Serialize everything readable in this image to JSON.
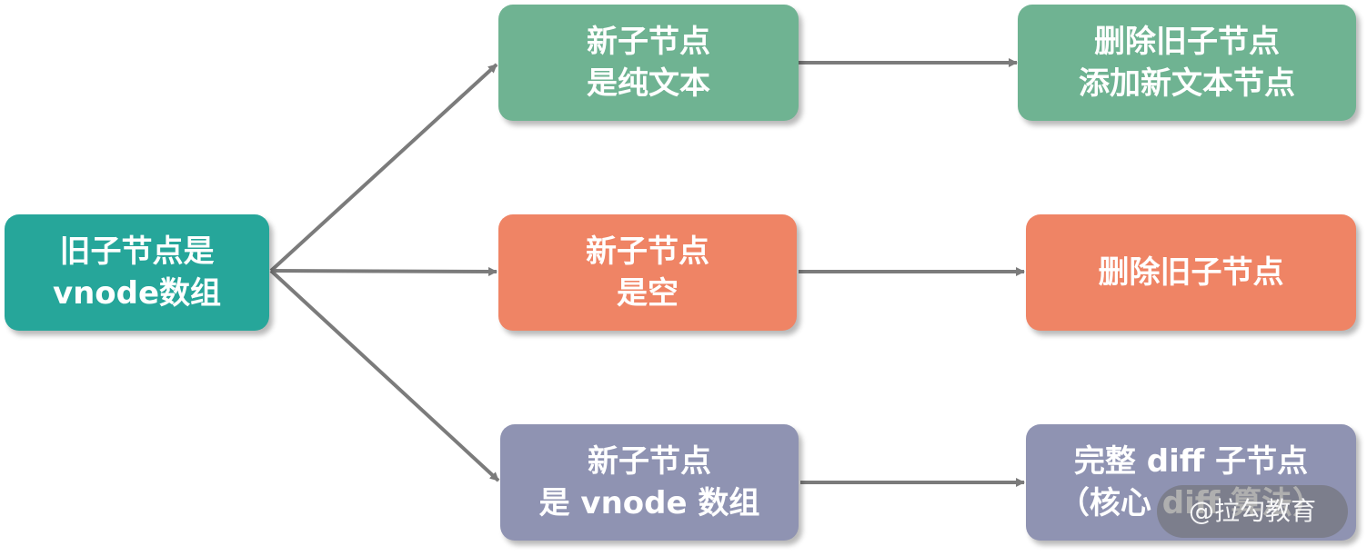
{
  "colors": {
    "teal": "#26a69a",
    "green": "#6fb392",
    "orange": "#ef8465",
    "purple": "#8f93b2",
    "arrow": "#7b7b7b"
  },
  "root": {
    "lines": [
      "旧子节点是",
      "vnode数组"
    ]
  },
  "conditions": [
    {
      "lines": [
        "新子节点",
        "是纯文本"
      ]
    },
    {
      "lines": [
        "新子节点",
        "是空"
      ]
    },
    {
      "lines": [
        "新子节点",
        "是 vnode 数组"
      ]
    }
  ],
  "results": [
    {
      "lines": [
        "删除旧子节点",
        "添加新文本节点"
      ]
    },
    {
      "lines": [
        "删除旧子节点"
      ]
    },
    {
      "lines": [
        "完整 diff 子节点",
        "（核心 diff 算法）"
      ]
    }
  ],
  "watermark": "@拉勾教育"
}
